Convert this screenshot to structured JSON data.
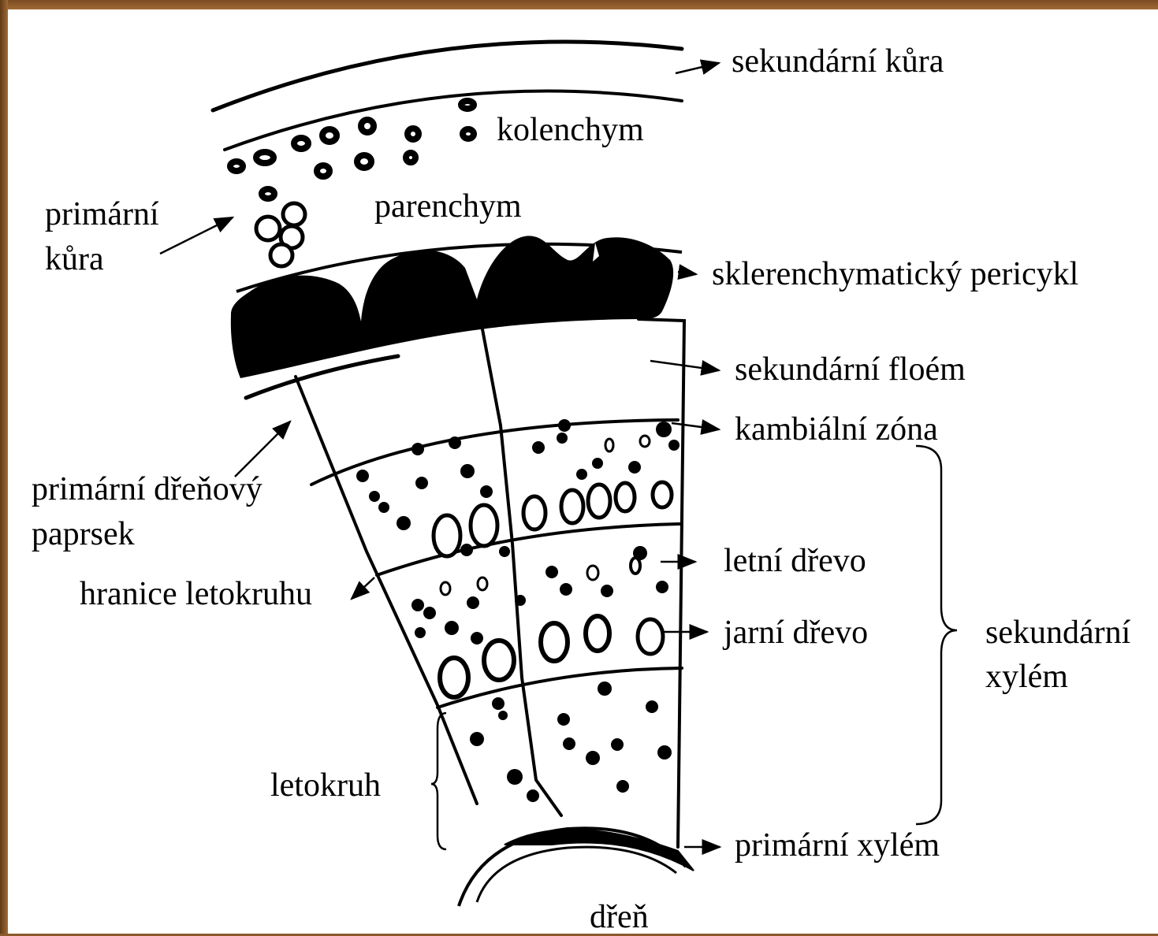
{
  "labels": {
    "sekundarni_kura": "sekundární kůra",
    "kolenchym": "kolenchym",
    "primarni_kura_1": "primární",
    "primarni_kura_2": "kůra",
    "parenchym": "parenchym",
    "sklerenchymaticky_pericykl": "sklerenchymatický pericykl",
    "sekundarni_floem": "sekundární floém",
    "kambialni_zona": "kambiální zóna",
    "primarni_drenovy_1": "primární dřeňový",
    "primarni_drenovy_2": "paprsek",
    "letni_drevo": "letní dřevo",
    "hranice_letokruhu": "hranice letokruhu",
    "jarni_drevo": "jarní dřevo",
    "sekundarni_xylem_1": "sekundární",
    "sekundarni_xylem_2": "xylém",
    "letokruh": "letokruh",
    "primarni_xylem": "primární xylém",
    "dren": "dřeň"
  },
  "colors": {
    "frame": "#8a5a2b",
    "background": "#ffffff",
    "ink": "#000000"
  }
}
